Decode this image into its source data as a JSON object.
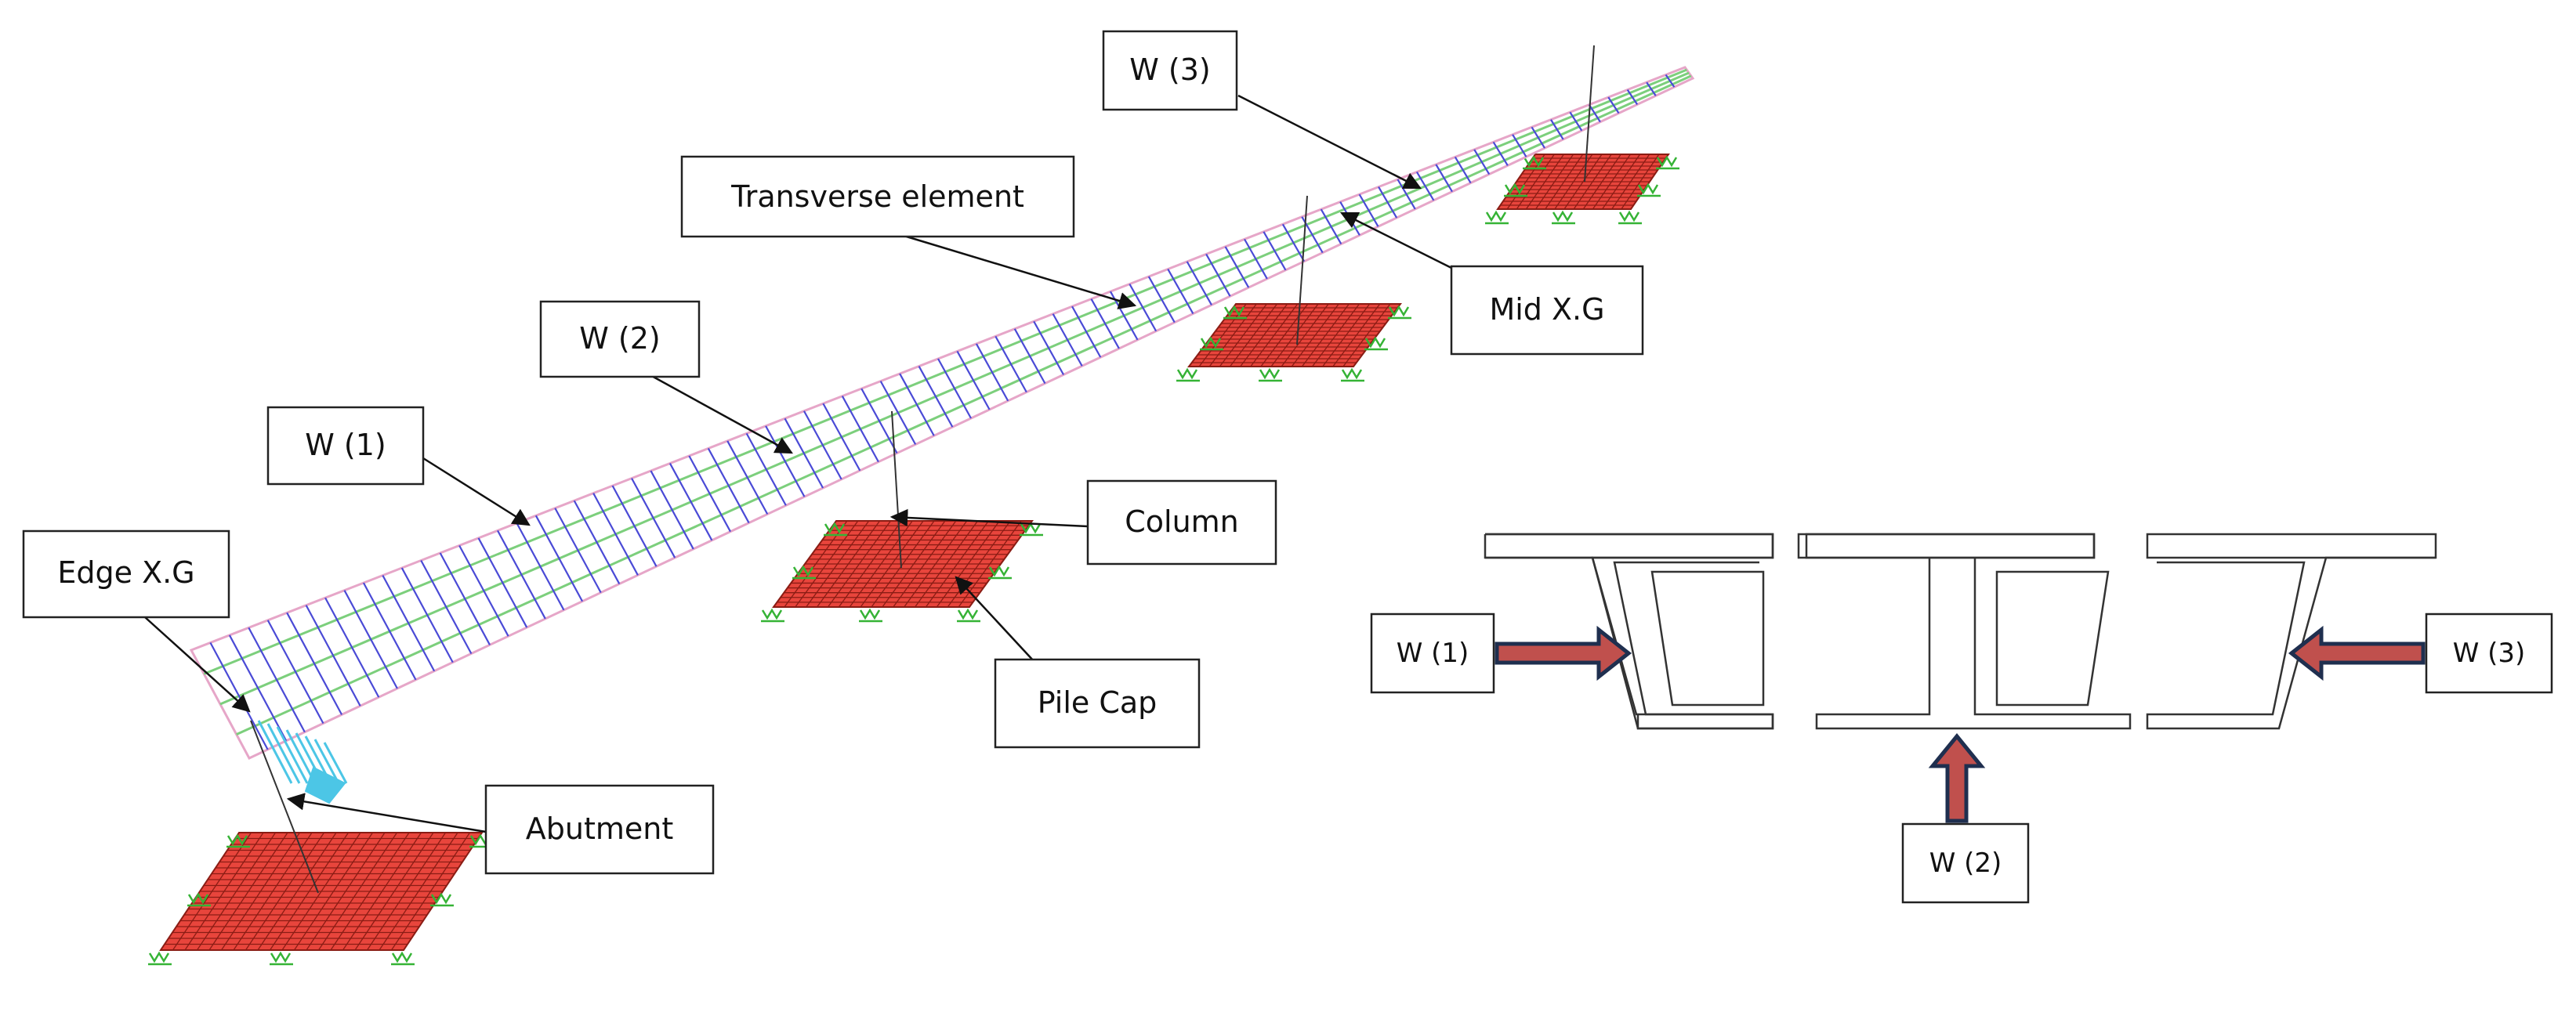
{
  "model_labels": {
    "w3": "W (3)",
    "transverse": "Transverse element",
    "w2": "W (2)",
    "mid_xg": "Mid X.G",
    "w1": "W (1)",
    "column": "Column",
    "edge_xg": "Edge X.G",
    "pile_cap": "Pile Cap",
    "abutment": "Abutment"
  },
  "section_labels": {
    "w1": "W (1)",
    "w2": "W (2)",
    "w3": "W (3)"
  },
  "colors": {
    "deck_outline": "#e6a6c8",
    "longitudinal_girder": "#7ccf7c",
    "transverse_element": "#4a4ad6",
    "pile_cap_fill": "#e8453c",
    "pile_cap_grid": "#8a1c14",
    "support_spring": "#35b335",
    "abutment_detail": "#4cc6e6",
    "load_arrow_fill": "#c0504d",
    "load_arrow_outline": "#1f2f4f",
    "section_outline": "#333333"
  }
}
